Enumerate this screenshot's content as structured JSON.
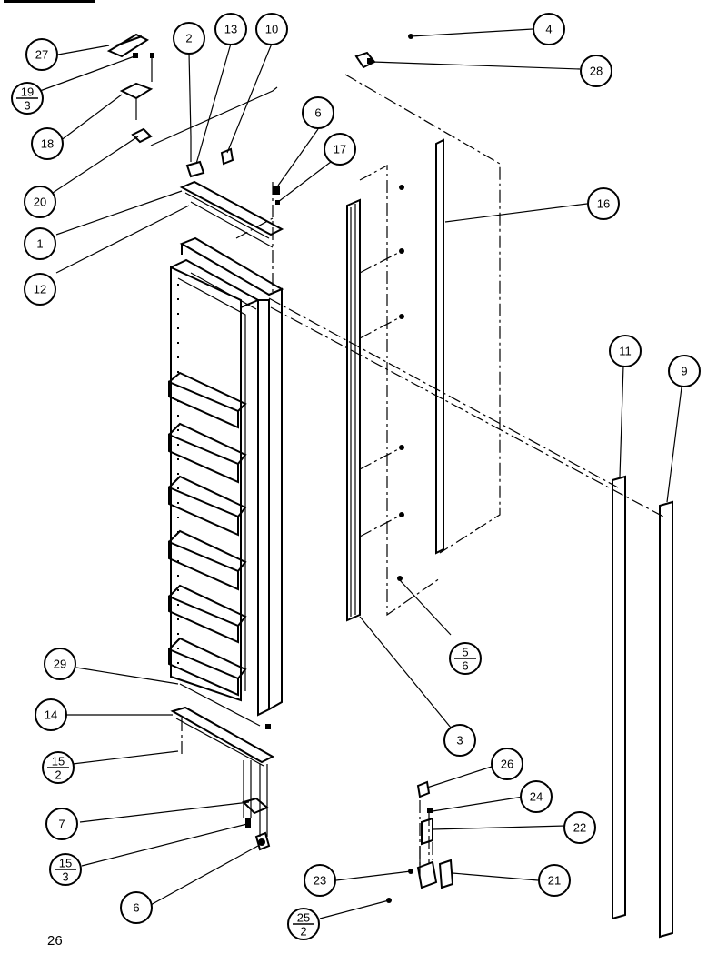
{
  "colors": {
    "ink": "#000000",
    "paper": "#ffffff"
  },
  "page_number": "26",
  "callouts": {
    "c1": "1",
    "c2": "2",
    "c3": "3",
    "c4": "4",
    "c6a": "6",
    "c6b": "6",
    "c7": "7",
    "c9": "9",
    "c10": "10",
    "c11": "11",
    "c12": "12",
    "c13": "13",
    "c14": "14",
    "c16": "16",
    "c17": "17",
    "c18": "18",
    "c20": "20",
    "c21": "21",
    "c22": "22",
    "c23": "23",
    "c24": "24",
    "c26": "26",
    "c27": "27",
    "c28": "28",
    "c29": "29"
  },
  "fractions": {
    "f19_3": {
      "num": "19",
      "den": "3"
    },
    "f15_2": {
      "num": "15",
      "den": "2"
    },
    "f15_3": {
      "num": "15",
      "den": "3"
    },
    "f5_6": {
      "num": "5",
      "den": "6"
    },
    "f25_2": {
      "num": "25",
      "den": "2"
    }
  }
}
